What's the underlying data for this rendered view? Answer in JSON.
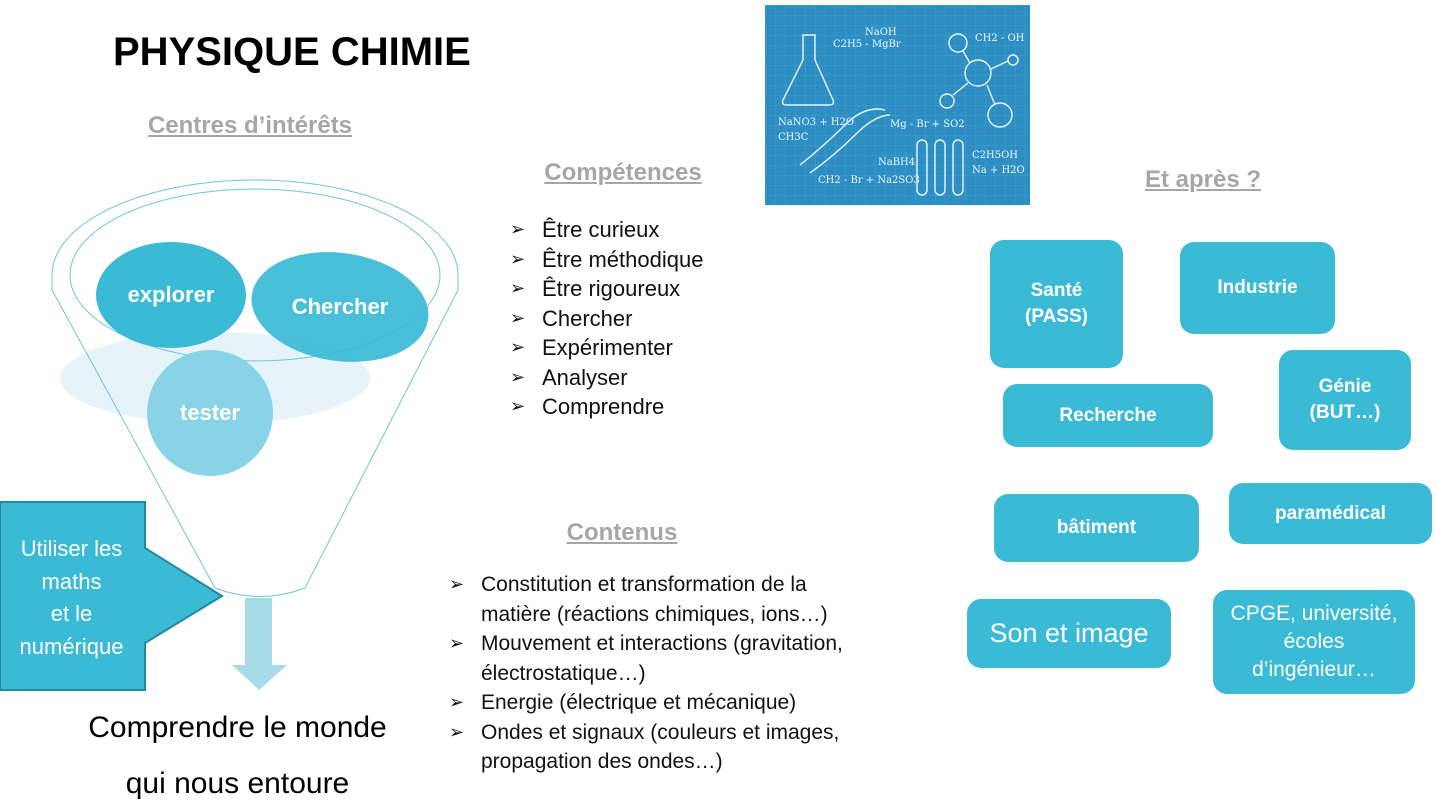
{
  "title": "PHYSIQUE CHIMIE",
  "interests": {
    "heading": "Centres d’intérêts",
    "bubbles": [
      "explorer",
      "Chercher",
      "tester"
    ],
    "input_arrow": [
      "Utiliser les",
      "maths",
      "et le",
      "numérique"
    ],
    "outcome": [
      "Comprendre le monde",
      "qui nous entoure"
    ]
  },
  "skills": {
    "heading": "Compétences",
    "items": [
      "Être curieux",
      "Être méthodique",
      "Être rigoureux",
      "Chercher",
      "Expérimenter",
      "Analyser",
      "Comprendre"
    ]
  },
  "contents": {
    "heading": "Contenus",
    "items": [
      [
        "Constitution et transformation de la",
        "matière (réactions chimiques, ions…)"
      ],
      [
        "Mouvement et interactions (gravitation,",
        "électrostatique…)"
      ],
      [
        "Energie (électrique et mécanique)"
      ],
      [
        "Ondes et signaux (couleurs et images,",
        "propagation des ondes…)"
      ]
    ]
  },
  "image": {
    "formulas": [
      "NaOH",
      "C2H5 - MgBr",
      "CH2 - OH",
      "NaNO3 + H2O",
      "CH3C",
      "Mg - Br + SO2",
      "NaBH4",
      "CH2 - Br + Na2SO3",
      "C2H5OH",
      "Na + H2O"
    ]
  },
  "after": {
    "heading": "Et après ?",
    "boxes": [
      "Santé\n(PASS)",
      "Industrie",
      "Génie\n(BUT…)",
      "Recherche",
      "bâtiment",
      "paramédical",
      "Son et image",
      "CPGE, université,\nécoles\nd’ingénieur…"
    ]
  },
  "colors": {
    "accent": "#3bbad6",
    "light": "#88d4e6",
    "heading_gray": "#a6a6a6",
    "image_bg": "#2d8ec4"
  }
}
